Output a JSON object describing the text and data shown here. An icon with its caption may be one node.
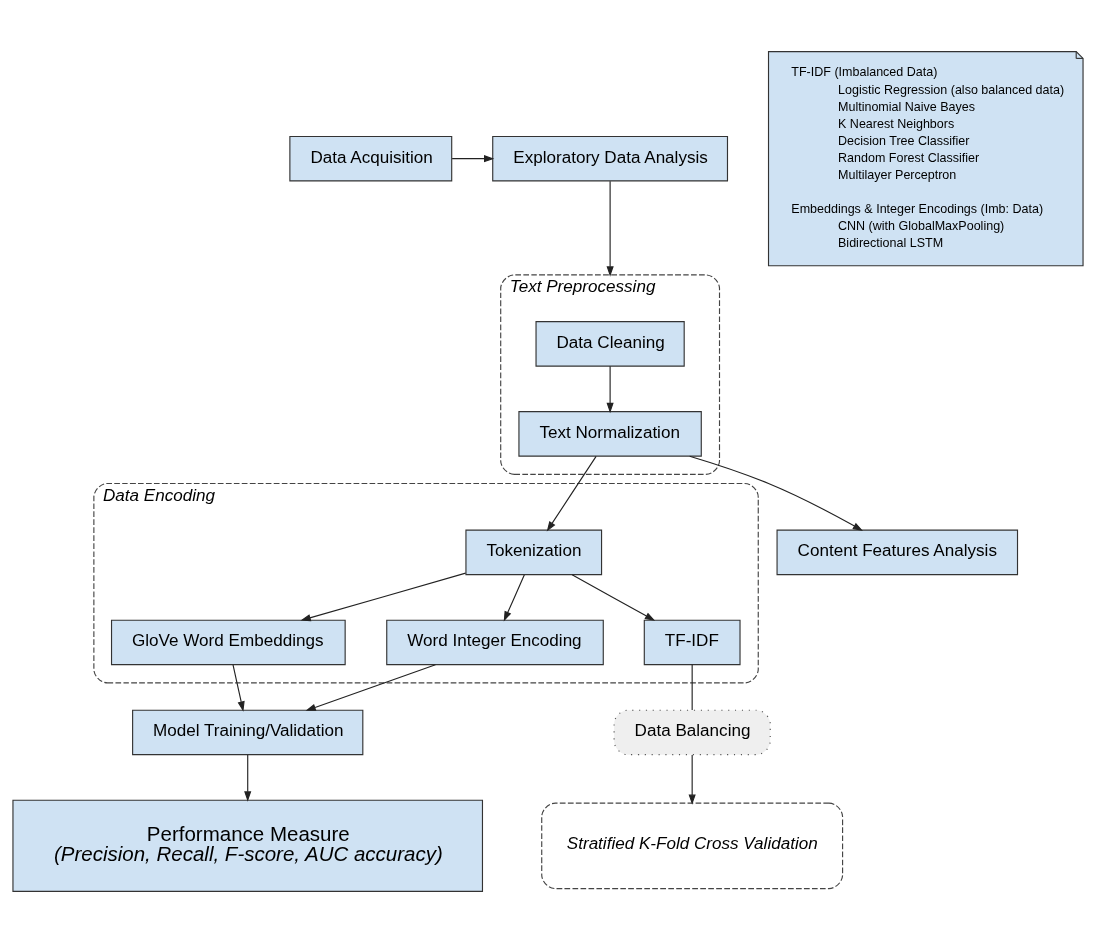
{
  "diagram": {
    "nodes": [
      {
        "text": [
          "Data Acquisition"
        ]
      },
      {
        "text": [
          "Exploratory Data Analysis"
        ]
      },
      {
        "text": [
          "Text Preprocessing"
        ]
      },
      {
        "text": [
          "Data Cleaning"
        ],
        "in": 2
      },
      {
        "text": [
          "Text Normalization"
        ],
        "in": 2
      },
      {
        "text": [
          "Data Encoding"
        ]
      },
      {
        "text": [
          "Tokenization"
        ],
        "in": 5
      },
      {
        "text": [
          "GloVe Word Embeddings"
        ],
        "in": 5
      },
      {
        "text": [
          "Word Integer Encoding"
        ],
        "in": 5
      },
      {
        "text": [
          "TF-IDF"
        ],
        "in": 5
      },
      {
        "text": [
          "Content Features Analysis"
        ]
      },
      {
        "text": [
          "Data Balancing"
        ]
      },
      {
        "text": [
          "Stratified K-Fold Cross Validation"
        ]
      },
      {
        "text": [
          "Model Training/Validation"
        ]
      },
      {
        "text": [
          "Performance Measure",
          "(Precision, Recall, F-score, AUC accuracy)"
        ]
      },
      {
        "text": [
          "TF-IDF (Imbalanced Data)",
          "Logistic Regression (also balanced data)",
          "Multinomial Naive Bayes",
          "K Nearest Neighbors",
          "Decision Tree Classifier",
          "Random Forest Classifier",
          "Multilayer Perceptron",
          "Embeddings & Integer Encodings (Imb: Data)",
          "CNN (with GlobalMaxPooling)",
          "Bidirectional LSTM"
        ]
      }
    ],
    "edges": [
      {
        "from": 0,
        "to": 1,
        "arrow": "to"
      },
      {
        "from": 1,
        "to": 2,
        "arrow": "to"
      },
      {
        "from": 3,
        "to": 4,
        "arrow": "to"
      },
      {
        "from": 4,
        "to": 6,
        "arrow": "to"
      },
      {
        "from": 4,
        "to": 10,
        "arrow": "to"
      },
      {
        "from": 6,
        "to": 7,
        "arrow": "to"
      },
      {
        "from": 6,
        "to": 8,
        "arrow": "to"
      },
      {
        "from": 6,
        "to": 9,
        "arrow": "to"
      },
      {
        "from": 9,
        "to": 11,
        "arrow": "none"
      },
      {
        "from": 11,
        "to": 12,
        "arrow": "to"
      },
      {
        "from": 7,
        "to": 13,
        "arrow": "to"
      },
      {
        "from": 8,
        "to": 13,
        "arrow": "to"
      },
      {
        "from": 13,
        "to": 14,
        "arrow": "to"
      }
    ]
  }
}
